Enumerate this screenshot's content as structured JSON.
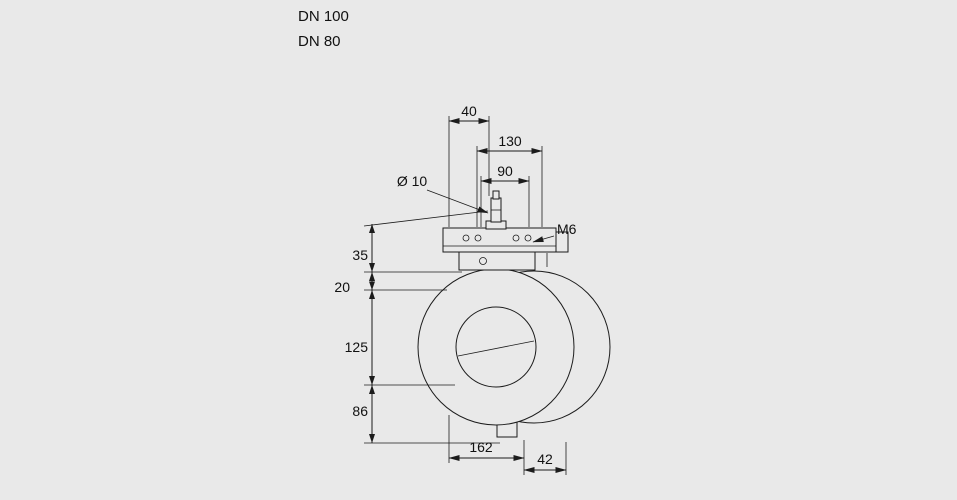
{
  "page": {
    "background_color": "#e9e9e9",
    "line_color": "#1c1c1c",
    "type_labels": {
      "line1": "DN 100",
      "line2": "DN 80"
    }
  },
  "drawing": {
    "subject": "butterfly-valve-dimensional-drawing",
    "dimensions": {
      "top_40": "40",
      "top_130": "130",
      "top_90": "90",
      "stem_diameter": "Ø 10",
      "thread": "M6",
      "left_35": "35",
      "left_20": "20",
      "left_125": "125",
      "left_86": "86",
      "bottom_162": "162",
      "bottom_42": "42"
    }
  }
}
